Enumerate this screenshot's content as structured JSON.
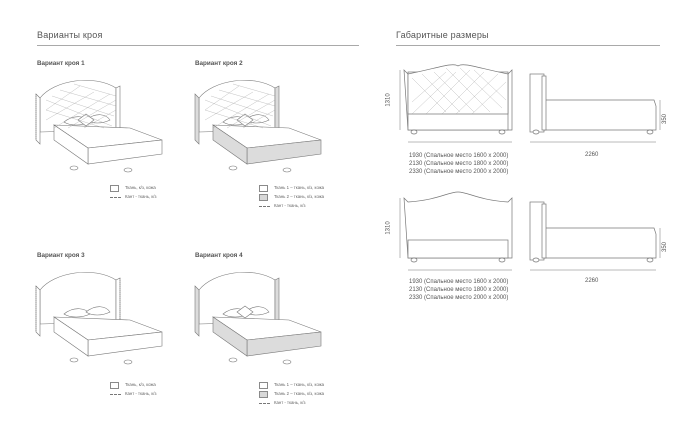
{
  "headers": {
    "left": "Варианты кроя",
    "right": "Габаритные размеры"
  },
  "variants": [
    {
      "label": "Вариант кроя 1",
      "legend": [
        "Ткань, к/з, кожа",
        "Кант - ткань, к/з"
      ]
    },
    {
      "label": "Вариант кроя 2",
      "legend": [
        "Ткань 1 – ткань, к/з, кожа",
        "Ткань 2 – ткань, к/з, кожа",
        "Кант - ткань, к/з"
      ]
    },
    {
      "label": "Вариант кроя 3",
      "legend": [
        "Ткань, к/з, кожа",
        "Кант - ткань, к/з"
      ]
    },
    {
      "label": "Вариант кроя 4",
      "legend": [
        "Ткань 1 – ткань, к/з, кожа",
        "Ткань 2 – ткань, к/з, кожа",
        "Кант - ткань, к/з"
      ]
    }
  ],
  "dimensions": {
    "height": "1310",
    "length": "2260",
    "leg_height": "350",
    "sizes": [
      "1930 (Спальное место 1600 х 2000)",
      "2130 (Спальное место 1800 х 2000)",
      "2330 (Спальное место 2000 х 2000)"
    ]
  }
}
